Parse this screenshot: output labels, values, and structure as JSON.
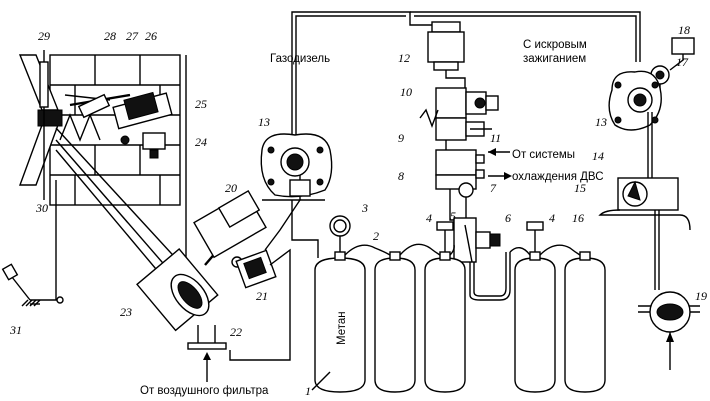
{
  "texts": {
    "gasodiesel": "Газодизель",
    "spark_line1": "С искровым",
    "spark_line2": "зажиганием",
    "cooling_line1": "От системы",
    "cooling_line2": "охлаждения ДВС",
    "air_filter": "От воздушного фильтра",
    "methane": "Метан"
  },
  "callouts": [
    "1",
    "2",
    "3",
    "4",
    "4",
    "5",
    "6",
    "7",
    "8",
    "9",
    "10",
    "11",
    "12",
    "13",
    "13",
    "14",
    "15",
    "16",
    "17",
    "18",
    "19",
    "20",
    "21",
    "22",
    "23",
    "24",
    "25",
    "26",
    "27",
    "28",
    "29",
    "30",
    "31"
  ]
}
